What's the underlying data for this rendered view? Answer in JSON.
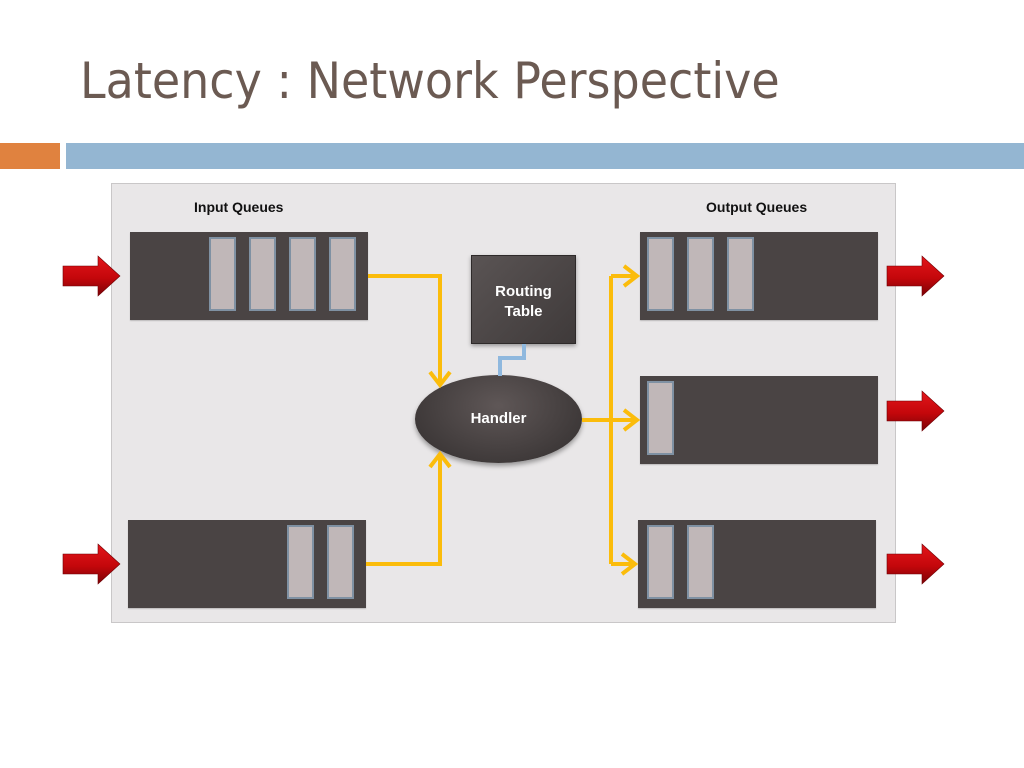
{
  "slide": {
    "title": "Latency : Network Perspective",
    "accent_colors": {
      "orange": "#e0823f",
      "blue": "#94b6d2",
      "title_text": "#6b5a52"
    }
  },
  "diagram": {
    "input_label": "Input Queues",
    "output_label": "Output Queues",
    "routing_table_line1": "Routing",
    "routing_table_line2": "Table",
    "handler_label": "Handler",
    "input_queues": [
      {
        "packets": 4
      },
      {
        "packets": 2
      }
    ],
    "output_queues": [
      {
        "packets": 3
      },
      {
        "packets": 1
      },
      {
        "packets": 2
      }
    ],
    "colors": {
      "queue": "#4a4444",
      "packet": "#c0b7b8",
      "packet_border": "#7f91a3",
      "flow_line": "#fbbc0b",
      "lookup_line": "#8fb8de",
      "arrow": "#c4070b"
    }
  }
}
